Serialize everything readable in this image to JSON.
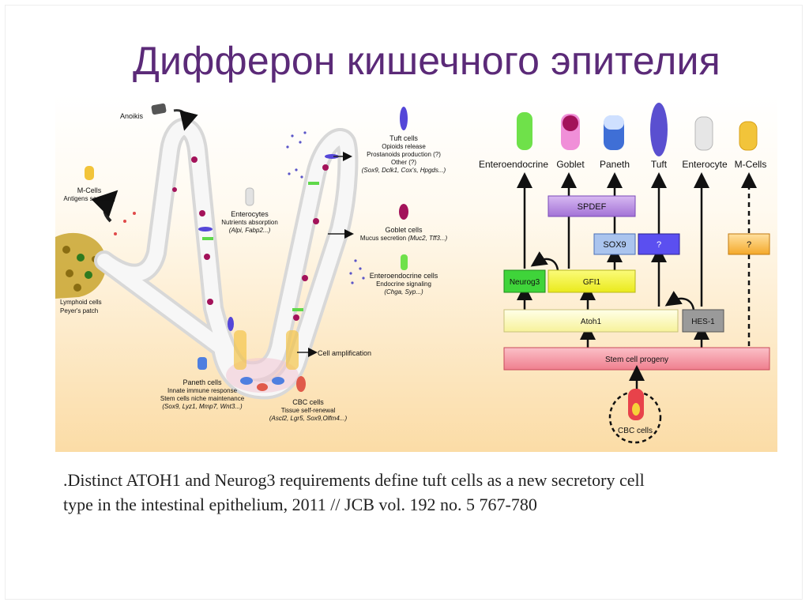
{
  "slide": {
    "title": "Дифферон кишечного эпителия",
    "citation_line1": ".Distinct ATOH1 and Neurog3 requirements define tuft cells as a new secretory cell",
    "citation_line2": "type in the intestinal epithelium, 2011 // JCB vol. 192 no. 5 767-780"
  },
  "left": {
    "anoikis": "Anoikis",
    "mcells": {
      "title": "M-Cells",
      "desc": "Antigens sampling"
    },
    "lymphoid": {
      "line1": "Lymphoid cells",
      "line2": "Peyer's patch"
    },
    "enterocytes": {
      "title": "Enterocytes",
      "desc": "Nutrients absorption",
      "genes": "(Alpi, Fabp2...)"
    },
    "tuft": {
      "title": "Tuft cells",
      "line1": "Opioids release",
      "line2": "Prostanoids production (?)",
      "line3": "Other (?)",
      "genes": "(Sox9, Dclk1, Cox's, Hpgds...)"
    },
    "goblet": {
      "title": "Goblet cells",
      "desc": "Mucus secretion",
      "genes": "(Muc2, Tff3...)"
    },
    "enteroendocrine": {
      "title": "Enteroendocrine cells",
      "desc": "Endocrine signaling",
      "genes": "(Chga, Syp...)"
    },
    "amplification": "Cell amplification",
    "paneth": {
      "title": "Paneth cells",
      "line1": "Innate immune response",
      "line2": "Stem cells niche maintenance",
      "genes": "(Sox9, Lyz1, Mmp7, Wnt3...)"
    },
    "cbc": {
      "title": "CBC cells",
      "desc": "Tissue self-renewal",
      "genes": "(Ascl2, Lgr5, Sox9,Olfm4...)"
    }
  },
  "right": {
    "cell_types": [
      "Enteroendocrine",
      "Goblet",
      "Paneth",
      "Tuft",
      "Enterocyte",
      "M-Cells"
    ],
    "boxes": {
      "spdef": "SPDEF",
      "sox9": "SOX9",
      "tuft_q": "?",
      "mcells_q": "?",
      "neurog3": "Neurog3",
      "gfi1": "GFI1",
      "atoh1": "Atoh1",
      "hes1": "HES-1",
      "progeny": "Stem cell progeny",
      "cbc": "CBC cells"
    },
    "colors": {
      "enteroendocrine": "#6fe14a",
      "goblet": "#d63fb8",
      "paneth": "#3f6fd6",
      "tuft": "#5a4fd0",
      "enterocyte": "#e6e6e6",
      "mcells": "#f2c43a",
      "spdef": "#b98be0",
      "sox9": "#aac4ee",
      "tuft_q": "#5b4ff0",
      "mcells_q": "#f6b640",
      "neurog3": "#3fd43a",
      "gfi1": "#f2f23a",
      "atoh1": "#ffffc0",
      "hes1": "#9a9a9a",
      "progeny": "#f59aa6"
    }
  }
}
